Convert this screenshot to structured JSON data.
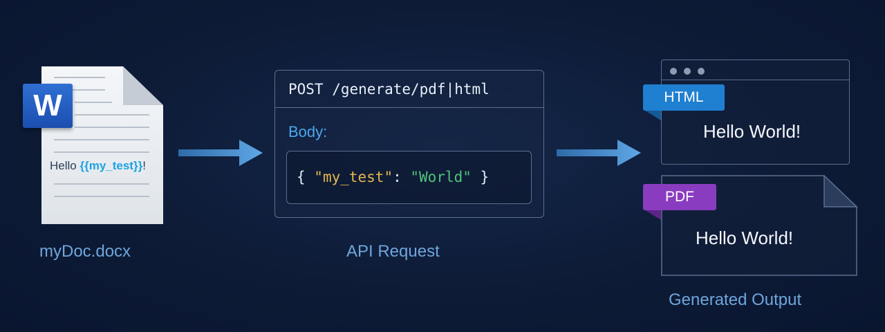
{
  "document": {
    "badge_letter": "W",
    "template_prefix": "Hello ",
    "template_placeholder": "{{my_test}}",
    "template_suffix": "!",
    "caption": "myDoc.docx"
  },
  "api": {
    "endpoint": "POST /generate/pdf|html",
    "body_label": "Body:",
    "json_open": "{ ",
    "json_key": "\"my_test\"",
    "json_colon": ":  ",
    "json_value": "\"World\"",
    "json_close": " }",
    "caption": "API Request"
  },
  "outputs": {
    "html_tag": "HTML",
    "html_text": "Hello World!",
    "pdf_tag": "PDF",
    "pdf_text": "Hello World!",
    "caption": "Generated Output"
  },
  "colors": {
    "background": "#0d1b36",
    "caption": "#6fa6dc",
    "html_tag": "#1f7fd0",
    "pdf_tag": "#8a3cc0",
    "json_key": "#e6b84e",
    "json_value": "#4fc57a",
    "body_label": "#4aa8ef"
  },
  "icons": [
    "word-document-icon",
    "right-arrow-icon",
    "browser-window-icon",
    "pdf-page-icon"
  ]
}
